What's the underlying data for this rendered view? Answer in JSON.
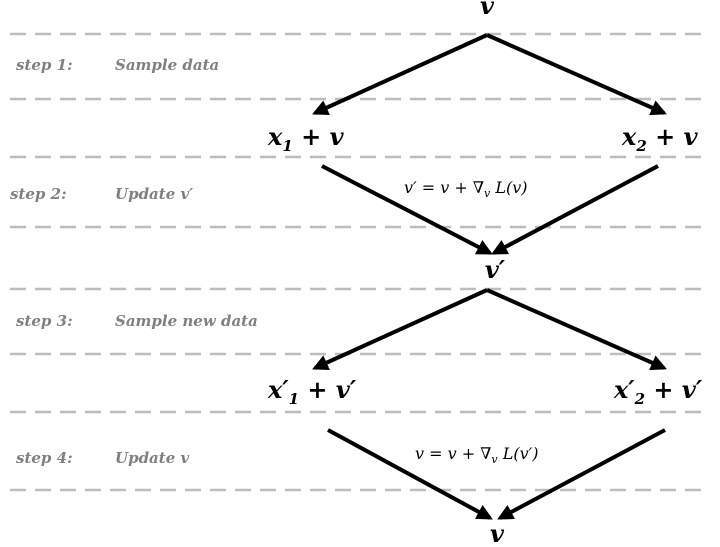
{
  "steps": [
    {
      "label": "step 1:",
      "desc": "Sample  data"
    },
    {
      "label": "step 2:",
      "desc": "Update  v′"
    },
    {
      "label": "step 3:",
      "desc": "Sample  new   data"
    },
    {
      "label": "step 4:",
      "desc": "Update v"
    }
  ],
  "nodes": {
    "top": "v",
    "x1": {
      "base": "x",
      "sub": "1",
      "rest": " + v"
    },
    "x2": {
      "base": "x",
      "sub": "2",
      "rest": " + v"
    },
    "mid": "v′",
    "x1p": {
      "base": "x′",
      "sub": "1",
      "rest": " + v′"
    },
    "x2p": {
      "base": "x′",
      "sub": "2",
      "rest": " + v′"
    },
    "bottom": "v"
  },
  "formulas": {
    "update1": {
      "lhs": "v′ = v +  ∇",
      "sub": "v",
      "rest": " L(v)"
    },
    "update2": {
      "lhs": "v = v +  ∇",
      "sub": "v",
      "rest": " L(v′)"
    }
  }
}
